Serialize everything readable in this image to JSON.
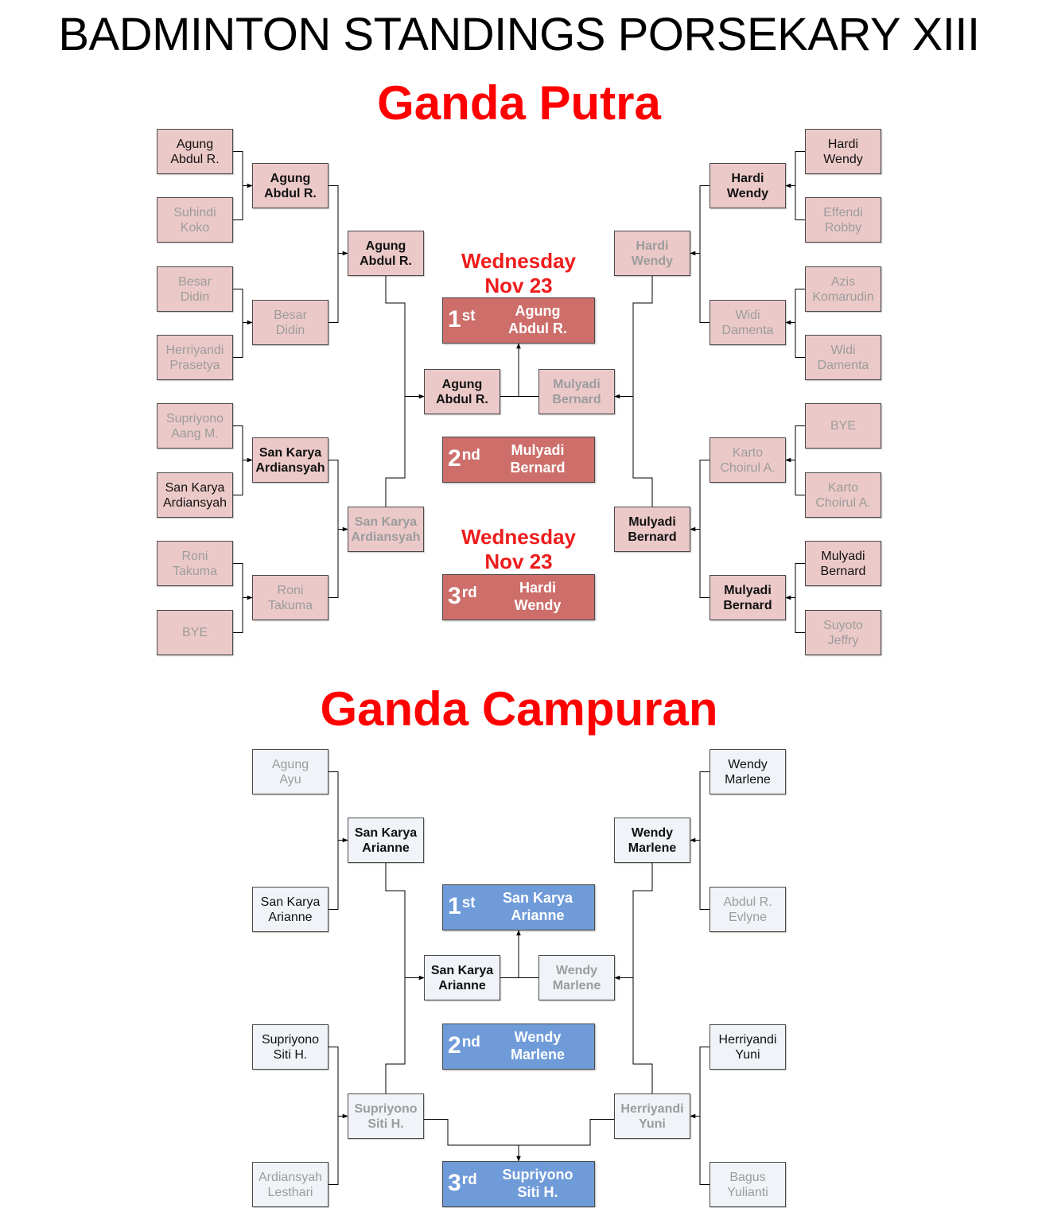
{
  "title": "BADMINTON STANDINGS PORSEKARY XIII",
  "colors": {
    "title_red": "#ff0000",
    "putra_box": "#ecc9c9",
    "putra_place": "#cd6e6a",
    "campur_box": "#f0f3f7",
    "campur_place": "#6f9bd9",
    "loser_text": "#9c9c9c"
  },
  "putra": {
    "title": "Ganda Putra",
    "date_1": "Wednesday\nNov 23",
    "date_2": "Wednesday\nNov 23",
    "r1_left": [
      {
        "name": "Agung\nAbdul R.",
        "s": "norm"
      },
      {
        "name": "Suhindi\nKoko",
        "s": "dim"
      },
      {
        "name": "Besar\nDidin",
        "s": "dim"
      },
      {
        "name": "Herriyandi\nPrasetya",
        "s": "dim"
      },
      {
        "name": "Supriyono\nAang M.",
        "s": "dim"
      },
      {
        "name": "San Karya\nArdiansyah",
        "s": "norm"
      },
      {
        "name": "Roni\nTakuma",
        "s": "dim"
      },
      {
        "name": "BYE",
        "s": "dim"
      }
    ],
    "r2_left": [
      {
        "name": "Agung\nAbdul R.",
        "s": "win"
      },
      {
        "name": "Besar\nDidin",
        "s": "dim"
      },
      {
        "name": "San Karya\nArdiansyah",
        "s": "win"
      },
      {
        "name": "Roni\nTakuma",
        "s": "dim"
      }
    ],
    "r3_left": [
      {
        "name": "Agung\nAbdul R.",
        "s": "win"
      },
      {
        "name": "San Karya\nArdiansyah",
        "s": "dimbold"
      }
    ],
    "final_left": {
      "name": "Agung\nAbdul R.",
      "s": "win"
    },
    "final_right": {
      "name": "Mulyadi\nBernard",
      "s": "dimbold"
    },
    "r3_right": [
      {
        "name": "Hardi\nWendy",
        "s": "dimbold"
      },
      {
        "name": "Mulyadi\nBernard",
        "s": "win"
      }
    ],
    "r2_right": [
      {
        "name": "Hardi\nWendy",
        "s": "win"
      },
      {
        "name": "Widi\nDamenta",
        "s": "dim"
      },
      {
        "name": "Karto\nChoirul A.",
        "s": "dim"
      },
      {
        "name": "Mulyadi\nBernard",
        "s": "win"
      }
    ],
    "r1_right": [
      {
        "name": "Hardi\nWendy",
        "s": "norm"
      },
      {
        "name": "Effendi\nRobby",
        "s": "dim"
      },
      {
        "name": "Azis\nKomarudin",
        "s": "dim"
      },
      {
        "name": "Widi\nDamenta",
        "s": "dim"
      },
      {
        "name": "BYE",
        "s": "dim"
      },
      {
        "name": "Karto\nChoirul A.",
        "s": "dim"
      },
      {
        "name": "Mulyadi\nBernard",
        "s": "norm"
      },
      {
        "name": "Suyoto\nJeffry",
        "s": "dim"
      }
    ],
    "first": {
      "rank": "1",
      "suffix": "st",
      "name": "Agung\nAbdul R."
    },
    "second": {
      "rank": "2",
      "suffix": "nd",
      "name": "Mulyadi\nBernard"
    },
    "third": {
      "rank": "3",
      "suffix": "rd",
      "name": "Hardi\nWendy"
    }
  },
  "campur": {
    "title": "Ganda Campuran",
    "r1_left": [
      {
        "name": "Agung\nAyu",
        "s": "dim"
      },
      {
        "name": "San Karya\nArianne",
        "s": "norm"
      },
      {
        "name": "Supriyono\nSiti H.",
        "s": "norm"
      },
      {
        "name": "Ardiansyah\nLesthari",
        "s": "dim"
      }
    ],
    "r2_left": [
      {
        "name": "San Karya\nArianne",
        "s": "win"
      },
      {
        "name": "Supriyono\nSiti H.",
        "s": "dimbold"
      }
    ],
    "final_left": {
      "name": "San Karya\nArianne",
      "s": "win"
    },
    "final_right": {
      "name": "Wendy\nMarlene",
      "s": "dimbold"
    },
    "r2_right": [
      {
        "name": "Wendy\nMarlene",
        "s": "win"
      },
      {
        "name": "Herriyandi\nYuni",
        "s": "dimbold"
      }
    ],
    "r1_right": [
      {
        "name": "Wendy\nMarlene",
        "s": "norm"
      },
      {
        "name": "Abdul R.\nEvlyne",
        "s": "dim"
      },
      {
        "name": "Herriyandi\nYuni",
        "s": "norm"
      },
      {
        "name": "Bagus\nYulianti",
        "s": "dim"
      }
    ],
    "first": {
      "rank": "1",
      "suffix": "st",
      "name": "San Karya\nArianne"
    },
    "second": {
      "rank": "2",
      "suffix": "nd",
      "name": "Wendy\nMarlene"
    },
    "third": {
      "rank": "3",
      "suffix": "rd",
      "name": "Supriyono\nSiti H."
    }
  }
}
